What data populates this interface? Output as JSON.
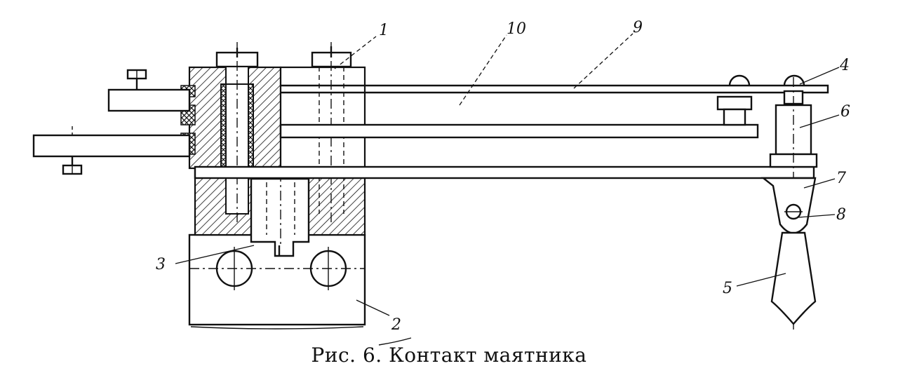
{
  "caption": "Рис. 6. Контакт маятника",
  "labels": {
    "l1": "1",
    "l2": "2",
    "l3": "3",
    "l4": "4",
    "l5": "5",
    "l6": "6",
    "l7": "7",
    "l8": "8",
    "l9": "9",
    "l10": "10"
  },
  "colors": {
    "ink": "#111111",
    "paper": "#ffffff"
  }
}
